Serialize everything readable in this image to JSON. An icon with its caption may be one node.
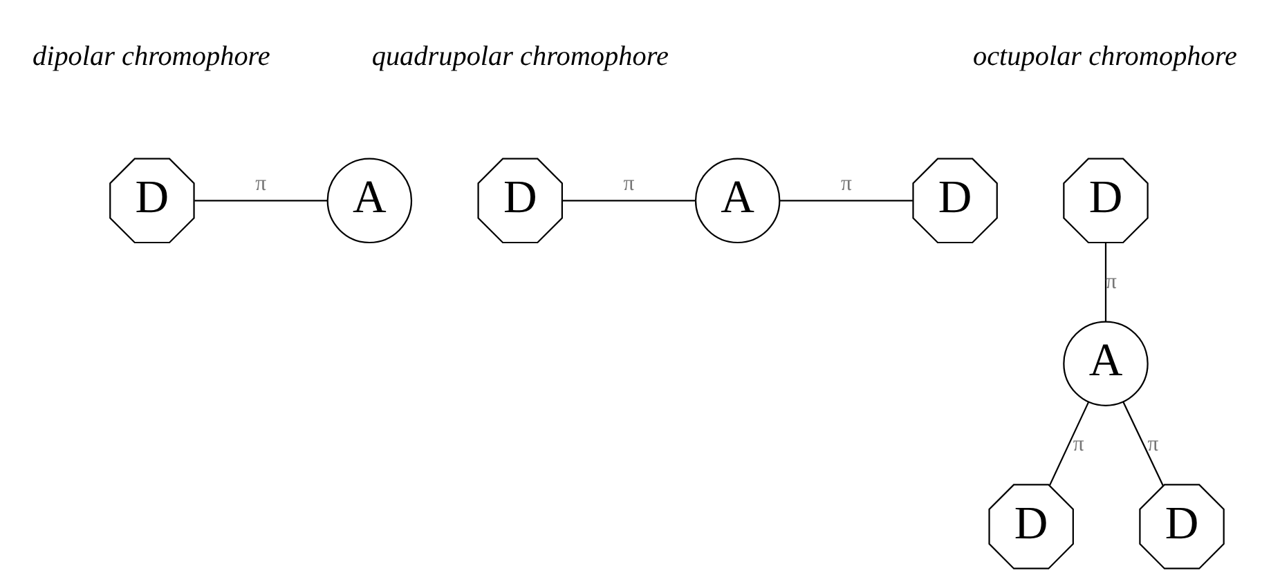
{
  "diagram": {
    "nodes": [
      {
        "text": [
          "D"
        ]
      },
      {
        "text": [
          "A"
        ]
      },
      {
        "text": [
          "D"
        ]
      },
      {
        "text": [
          "A"
        ]
      },
      {
        "text": [
          "D"
        ]
      },
      {
        "text": [
          "D"
        ]
      },
      {
        "text": [
          "A"
        ]
      },
      {
        "text": [
          "D"
        ]
      },
      {
        "text": [
          "D"
        ]
      }
    ],
    "edges": [
      {
        "from": 0,
        "to": 1,
        "arrow": "none",
        "label": "π"
      },
      {
        "from": 2,
        "to": 3,
        "arrow": "none",
        "label": "π"
      },
      {
        "from": 3,
        "to": 4,
        "arrow": "none",
        "label": "π"
      },
      {
        "from": 5,
        "to": 6,
        "arrow": "none",
        "label": "π"
      },
      {
        "from": 6,
        "to": 7,
        "arrow": "none",
        "label": "π"
      },
      {
        "from": 6,
        "to": 8,
        "arrow": "none",
        "label": "π"
      }
    ],
    "labels": [
      "dipolar chromophore",
      "quadrupolar chromophore",
      "octupolar chromophore"
    ]
  }
}
